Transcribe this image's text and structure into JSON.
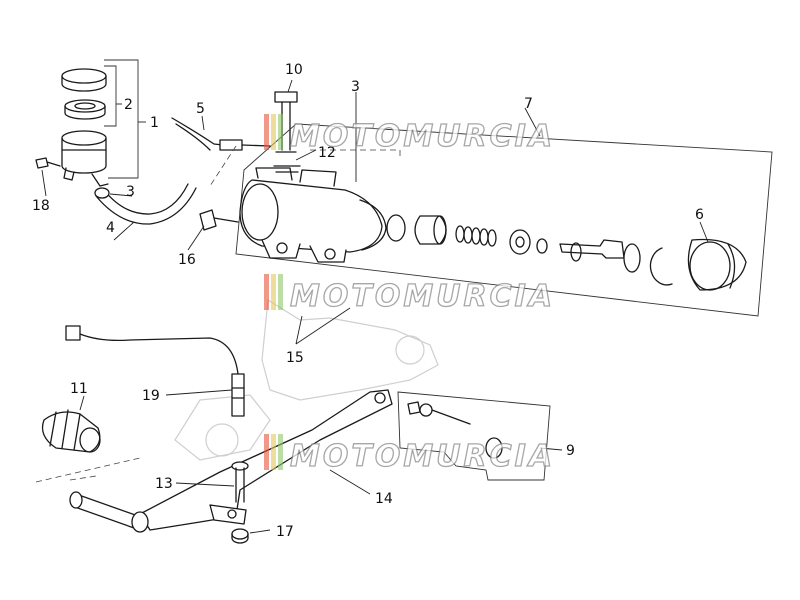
{
  "diagram": {
    "callouts": [
      "1",
      "2",
      "3",
      "3",
      "4",
      "5",
      "6",
      "7",
      "9",
      "10",
      "11",
      "12",
      "13",
      "14",
      "15",
      "16",
      "17",
      "18",
      "19"
    ],
    "watermark": "MOTOMURCIA"
  },
  "colors": {
    "watermark_stripe_red": "#e8553b",
    "watermark_stripe_yellow": "#e3c85c",
    "watermark_stripe_green": "#8fc66b",
    "line": "#1a1a1a"
  }
}
